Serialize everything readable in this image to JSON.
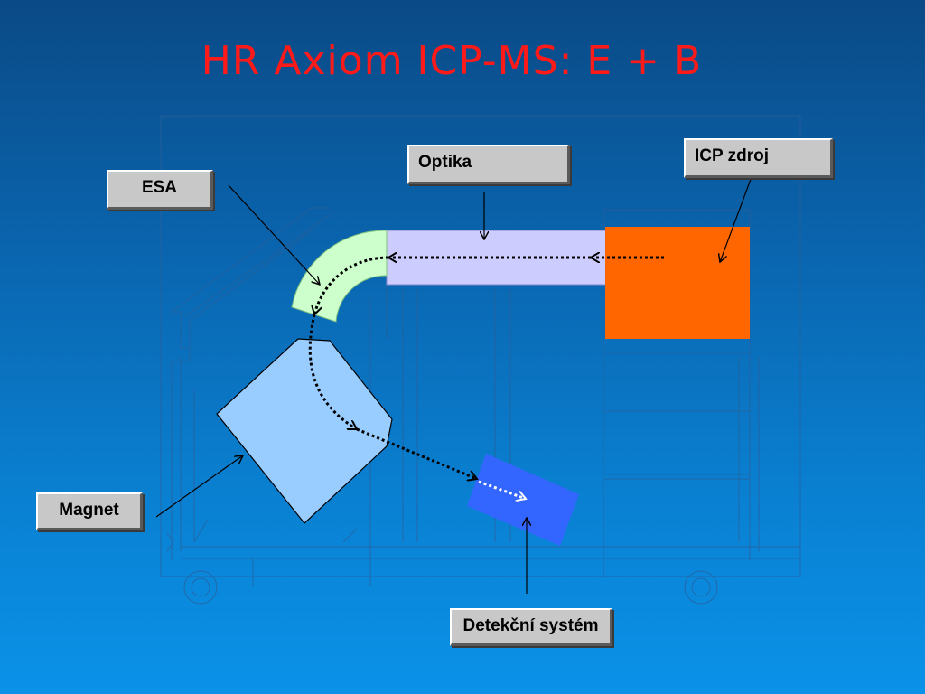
{
  "title": "HR Axiom ICP-MS: E + B",
  "labels": {
    "esa": "ESA",
    "optika": "Optika",
    "icp": "ICP zdroj",
    "magnet": "Magnet",
    "detector": "Detekční systém"
  },
  "colors": {
    "title": "#ff1a1a",
    "esa_sector": "#ccffcc",
    "optics_tube": "#ccccff",
    "icp_source": "#ff6600",
    "magnet": "#99ccff",
    "detector": "#3366ff",
    "label_bg": "#c8c8c8"
  }
}
